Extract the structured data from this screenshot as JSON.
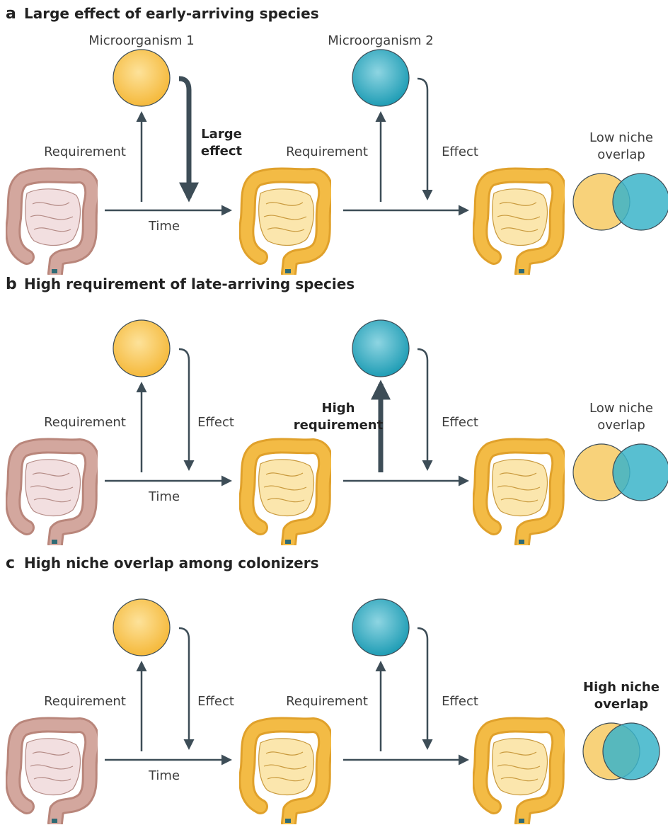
{
  "panels": [
    {
      "letter": "a",
      "title": "Large effect of early-arriving species",
      "microbe1_label": "Microorganism 1",
      "microbe2_label": "Microorganism 2",
      "req1": "Requirement",
      "effect1": [
        "Large",
        "effect"
      ],
      "req2": "Requirement",
      "effect2": "Effect",
      "time": "Time",
      "overlap": [
        "Low niche",
        "overlap"
      ]
    },
    {
      "letter": "b",
      "title": "High requirement of late-arriving species",
      "req1": "Requirement",
      "effect1": "Effect",
      "req2": [
        "High",
        "requirement"
      ],
      "effect2": "Effect",
      "time": "Time",
      "overlap": [
        "Low niche",
        "overlap"
      ]
    },
    {
      "letter": "c",
      "title": "High niche overlap among colonizers",
      "req1": "Requirement",
      "effect1": "Effect",
      "req2": "Requirement",
      "effect2": "Effect",
      "time": "Time",
      "overlap": [
        "High niche",
        "overlap"
      ]
    }
  ],
  "colors": {
    "arrow": "#3d4d57",
    "yellow": "#f7c447",
    "teal": "#3bb4c9",
    "gut_pink": "#d3a79e",
    "gut_yellow": "#f3bb45"
  }
}
